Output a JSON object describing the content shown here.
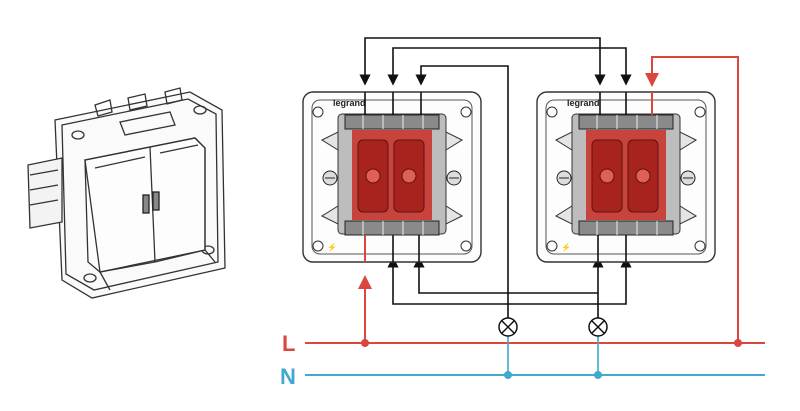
{
  "labels": {
    "line": "L",
    "neutral": "N",
    "brand": "legrand"
  },
  "colors": {
    "phase": "#d9473f",
    "neutral": "#3fa9cf",
    "wire": "#111111",
    "mechanism": "#c8322a",
    "outline": "#333333"
  },
  "icons": {
    "lamp": "lamp-symbol-icon",
    "arrow": "arrow-icon",
    "junction": "junction-dot-icon"
  }
}
